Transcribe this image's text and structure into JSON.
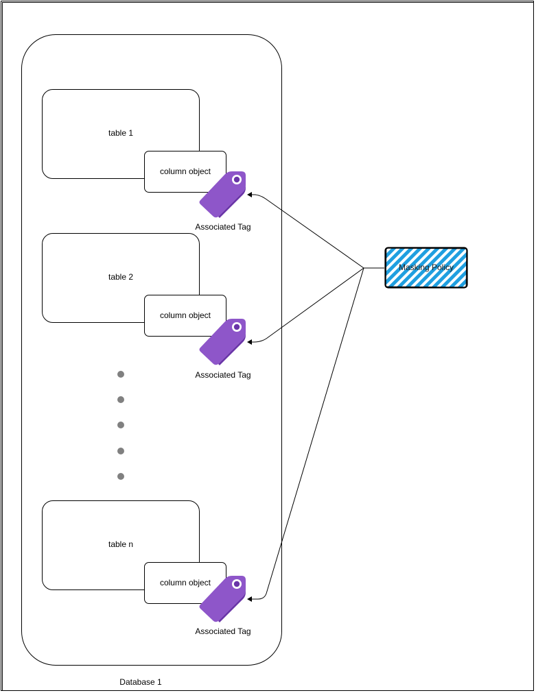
{
  "database": {
    "label": "Database 1"
  },
  "tables": [
    {
      "name": "table 1",
      "column": "column object",
      "tag": "Associated Tag"
    },
    {
      "name": "table 2",
      "column": "column object",
      "tag": "Associated Tag"
    },
    {
      "name": "table n",
      "column": "column object",
      "tag": "Associated Tag"
    }
  ],
  "policy": {
    "label": "Masking Policy"
  },
  "colors": {
    "tag_purple": "#8e56c9",
    "tag_purple_dark": "#6a35a8",
    "policy_stripe": "#1f9fe0",
    "dot_gray": "#808080"
  },
  "icons": {
    "tag": "tag-icon",
    "ellipsis": "vertical-ellipsis-dots"
  }
}
